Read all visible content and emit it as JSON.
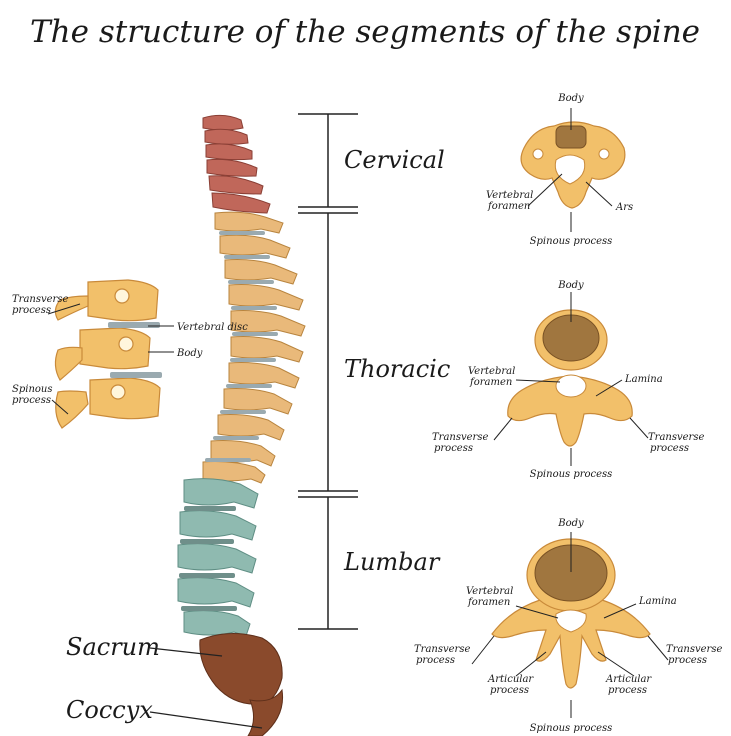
{
  "title": "The structure of the segments of the spine",
  "regions": {
    "cervical": "Cervical",
    "thoracic": "Thoracic",
    "lumbar": "Lumbar",
    "sacrum": "Sacrum",
    "coccyx": "Coccyx"
  },
  "side_detail": {
    "transverse_process": [
      "Transverse",
      "process"
    ],
    "vertebral_disc": "Vertebral disc",
    "body": "Body",
    "spinous_process": [
      "Spinous",
      "process"
    ]
  },
  "cervical_vertebra": {
    "body": "Body",
    "vertebral_foramen": [
      "Vertebral",
      "foramen"
    ],
    "ars": "Ars",
    "spinous_process": "Spinous process"
  },
  "thoracic_vertebra": {
    "body": "Body",
    "vertebral_foramen": [
      "Vertebral",
      "foramen"
    ],
    "lamina": "Lamina",
    "transverse_left": [
      "Transverse",
      "process"
    ],
    "transverse_right": [
      "Transverse",
      "process"
    ],
    "spinous_process": "Spinous process"
  },
  "lumbar_vertebra": {
    "body": "Body",
    "vertebral_foramen": [
      "Vertebral",
      "foramen"
    ],
    "lamina": "Lamina",
    "transverse_left": [
      "Transverse",
      "process"
    ],
    "transverse_right": [
      "Transverse",
      "process"
    ],
    "articular_left": [
      "Articular",
      "process"
    ],
    "articular_right": [
      "Articular",
      "process"
    ],
    "spinous_process": "Spinous process"
  },
  "colors": {
    "cervical": "#c0675a",
    "thoracic": "#e9b97a",
    "lumbar": "#8fbab0",
    "sacrum": "#8a4a2c",
    "bone": "#f2c06a",
    "bone_dark": "#c98a3a",
    "spongy": "#a0763f",
    "disc": "#9aaab0"
  }
}
